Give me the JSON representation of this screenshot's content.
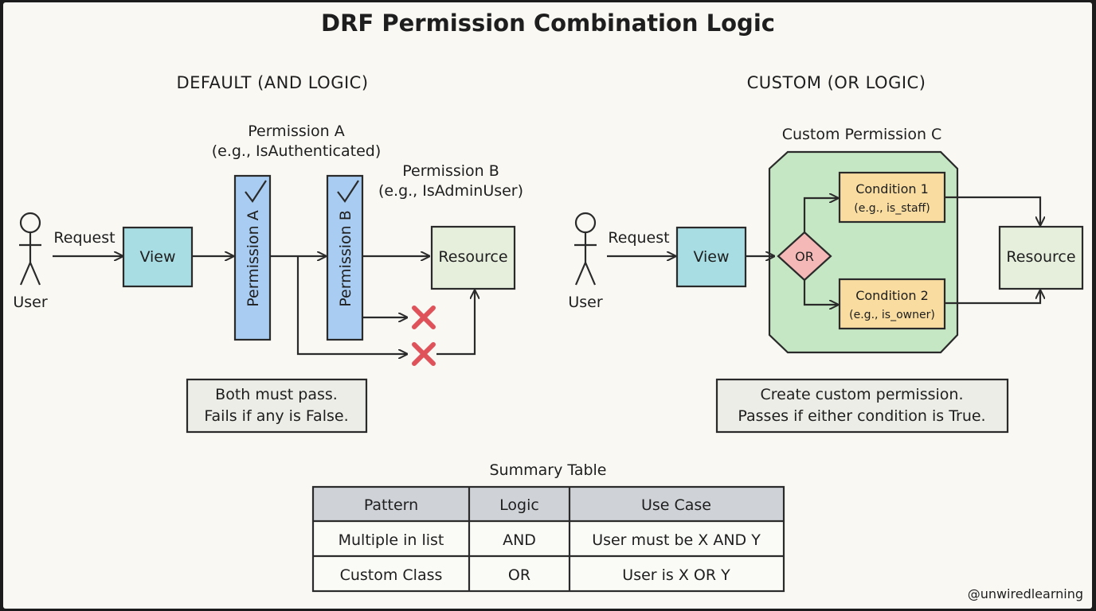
{
  "title": "DRF Permission Combination Logic",
  "left": {
    "heading": "DEFAULT (AND LOGIC)",
    "user": "User",
    "request": "Request",
    "view": "View",
    "perm_a_caption_1": "Permission A",
    "perm_a_caption_2": "(e.g., IsAuthenticated)",
    "perm_b_caption_1": "Permission B",
    "perm_b_caption_2": "(e.g., IsAdminUser)",
    "perm_a_bar": "Permission A",
    "perm_b_bar": "Permission B",
    "resource": "Resource",
    "note_1": "Both must pass.",
    "note_2": "Fails if any is False."
  },
  "right": {
    "heading": "CUSTOM (OR LOGIC)",
    "user": "User",
    "request": "Request",
    "view": "View",
    "container_label": "Custom Permission C",
    "or": "OR",
    "cond1_title": "Condition 1",
    "cond1_sub": "(e.g., is_staff)",
    "cond2_title": "Condition 2",
    "cond2_sub": "(e.g., is_owner)",
    "resource": "Resource",
    "note_1": "Create custom permission.",
    "note_2": "Passes if either condition is True."
  },
  "summary": {
    "title": "Summary Table",
    "headers": [
      "Pattern",
      "Logic",
      "Use Case"
    ],
    "rows": [
      [
        "Multiple in list",
        "AND",
        "User must be X AND Y"
      ],
      [
        "Custom Class",
        "OR",
        "User is X OR Y"
      ]
    ]
  },
  "credit": "@unwiredlearning",
  "colors": {
    "view": "#a8dde3",
    "permission_bar": "#a9cdf2",
    "resource": "#e6efdc",
    "container": "#c6e7c4",
    "condition": "#f8dca0",
    "or_diamond": "#f4b8b6",
    "cross": "#e0525a",
    "note": "#ecede6",
    "table_header": "#cfd3d8"
  },
  "icons": [
    "user-stick-figure-icon",
    "checkmark-icon",
    "cross-icon"
  ]
}
